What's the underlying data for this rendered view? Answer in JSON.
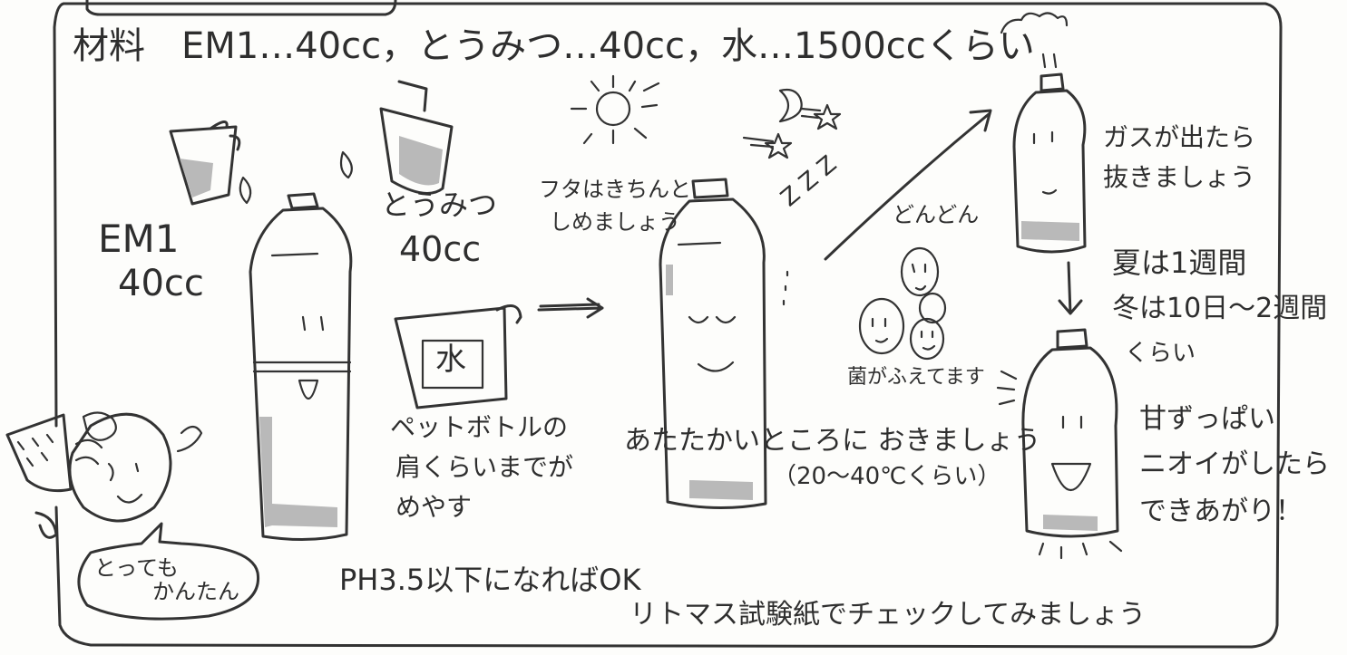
{
  "ingredients": "材料　EM1…40cc，とうみつ…40cc，水…1500ccくらい",
  "em1": {
    "line1": "EM1",
    "line2": "40cc"
  },
  "molasses": {
    "line1": "とうみつ",
    "line2": "40cc"
  },
  "water_jug_label": "水",
  "fill_instruction": {
    "line1": "ペットボトルの",
    "line2": "肩くらいまでが",
    "line3": "めやす"
  },
  "close_cap": {
    "line1": "フタはきちんと",
    "line2": "しめましょう"
  },
  "warm_place": {
    "line1": "あたたかいところに おきましょう",
    "line2": "（20～40℃くらい）"
  },
  "multiplying": "どんどん",
  "bacteria_note": "菌がふえてます",
  "gas_release": {
    "line1": "ガスが出たら",
    "line2": "抜きましょう"
  },
  "duration": {
    "line1": "夏は1週間",
    "line2": "冬は10日～2週間",
    "line3": "くらい"
  },
  "done": {
    "line1": "甘ずっぱい",
    "line2": "ニオイがしたら",
    "line3": "できあがり！"
  },
  "easy_bubble": {
    "line1": "とっても",
    "line2": "かんたん"
  },
  "ph_check": {
    "line1": "PH3.5以下になればOK",
    "line2": "リトマス試験紙でチェックしてみましょう"
  },
  "zzz": "Z Z Z"
}
